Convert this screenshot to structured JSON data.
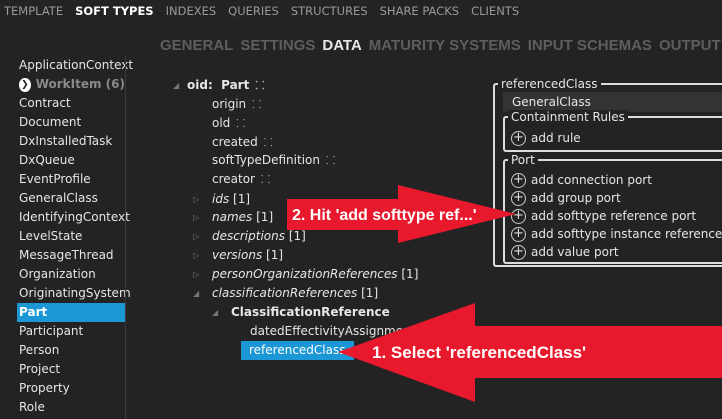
{
  "top_nav": [
    "TEMPLATE",
    "SOFT TYPES",
    "INDEXES",
    "QUERIES",
    "STRUCTURES",
    "SHARE PACKS",
    "CLIENTS"
  ],
  "top_nav_active": "SOFT TYPES",
  "sub_tabs": [
    "GENERAL",
    "SETTINGS",
    "DATA",
    "MATURITY SYSTEMS",
    "INPUT SCHEMAS",
    "OUTPUT"
  ],
  "sub_tab_active": "DATA",
  "sidebar": {
    "items": [
      "ApplicationContext",
      "WorkItem (6)",
      "Contract",
      "Document",
      "DxInstalledTask",
      "DxQueue",
      "EventProfile",
      "GeneralClass",
      "IdentifyingContext",
      "LevelState",
      "MessageThread",
      "Organization",
      "OriginatingSystem",
      "Part",
      "Participant",
      "Person",
      "Project",
      "Property",
      "Role"
    ],
    "selected": "Part"
  },
  "tree": {
    "root_prefix": "oid:",
    "root": "Part",
    "plain": [
      "origin",
      "old",
      "created",
      "softTypeDefinition",
      "creator"
    ],
    "collections": [
      {
        "name": "ids",
        "count": "[1]"
      },
      {
        "name": "names",
        "count": "[1]"
      },
      {
        "name": "descriptions",
        "count": "[1]"
      },
      {
        "name": "versions",
        "count": "[1]"
      },
      {
        "name": "personOrganizationReferences",
        "count": "[1]"
      },
      {
        "name": "classificationReferences",
        "count": "[1]"
      }
    ],
    "child": "ClassificationReference",
    "grandchildren": [
      "datedEffectivityAssignment",
      "referencedClass"
    ],
    "selected": "referencedClass"
  },
  "panel": {
    "legend": "referencedClass",
    "value": "GeneralClass",
    "containment_legend": "Containment Rules",
    "add_rule": "add rule",
    "port_legend": "Port",
    "port_actions": [
      "add connection port",
      "add group port",
      "add softtype reference port",
      "add softtype instance reference port",
      "add value port"
    ]
  },
  "annotations": {
    "step1": "1. Select 'referencedClass'",
    "step2": "2. Hit 'add softtype ref...'",
    "color": "#e8192c"
  }
}
